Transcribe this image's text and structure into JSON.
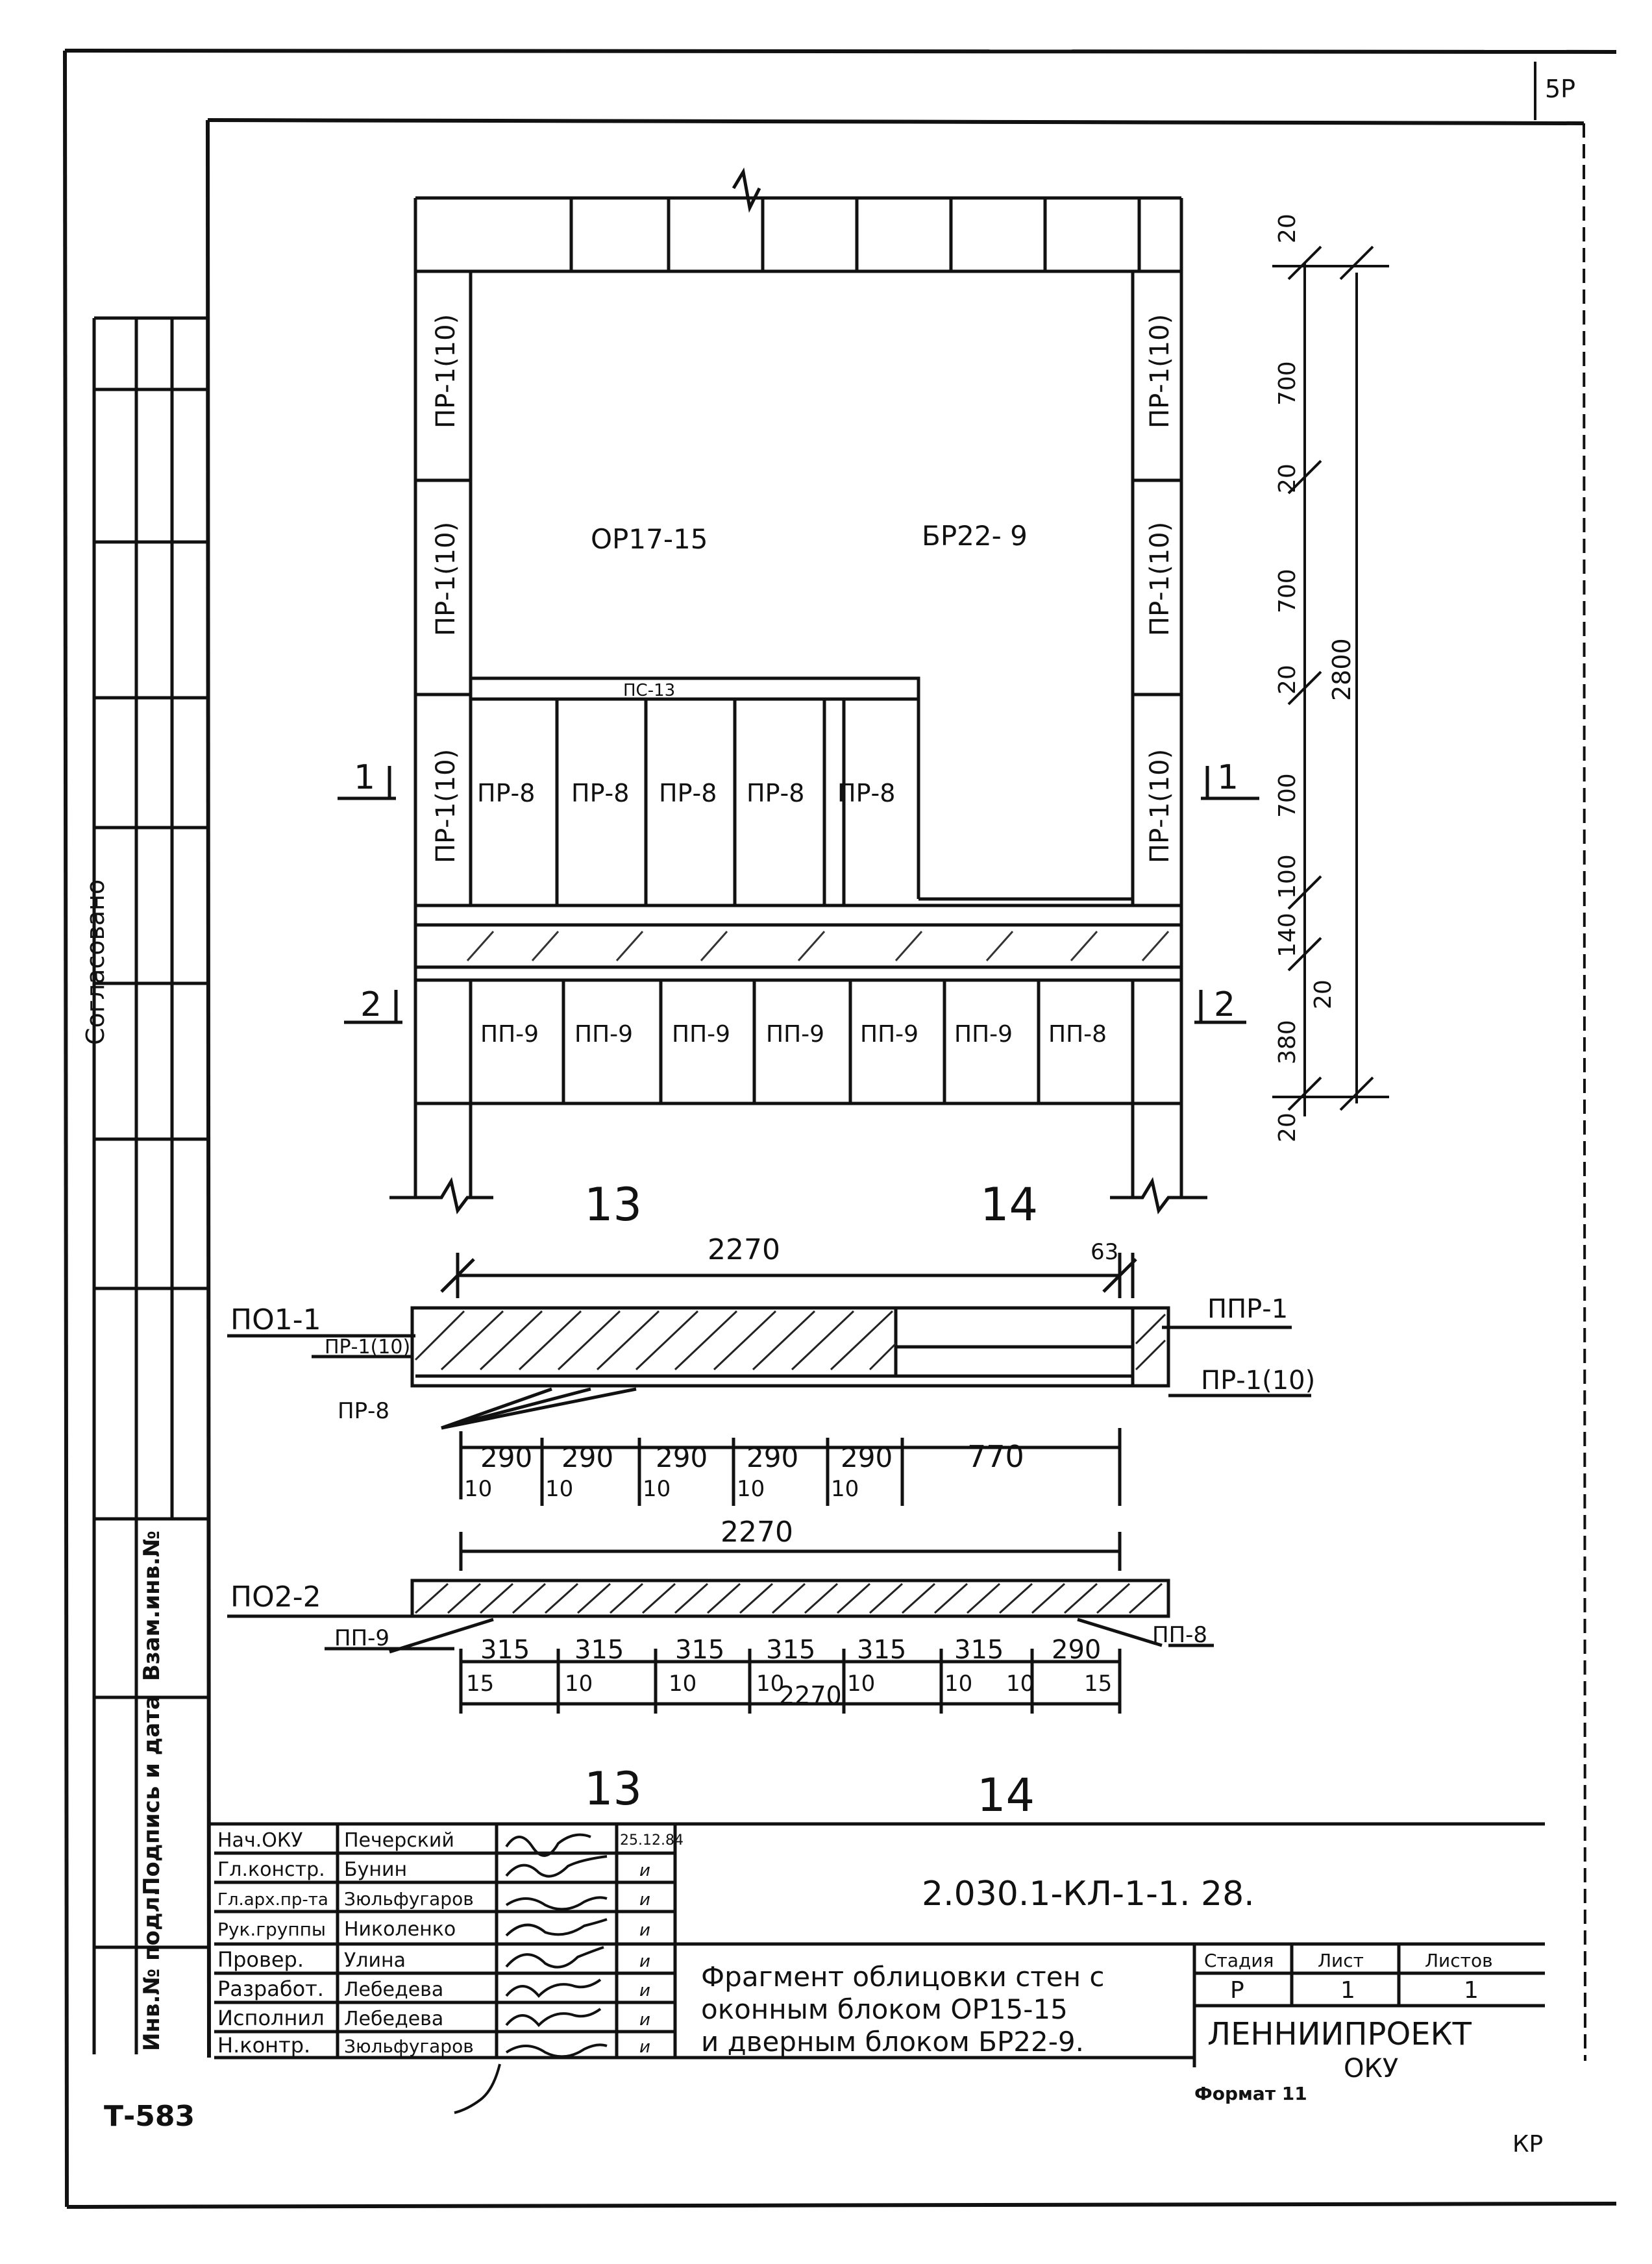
{
  "sheet_number": "5Р",
  "corner_mark": "КР",
  "archive_code": "Т-583",
  "side_panel": {
    "agreed": "Согласовано",
    "inv_replace": "Взам.инв.№",
    "sign_date": "Подпись и дата",
    "inv_orig": "Инв.№ подл."
  },
  "elevation": {
    "window_mark": "ОР17-15",
    "door_mark": "БР22- 9",
    "lintel_mark": "ПС-13",
    "side_panel_mark": "ПР-1(10)",
    "cell_marks_row1": [
      "ПР-8",
      "ПР-8",
      "ПР-8",
      "ПР-8",
      "ПР-8"
    ],
    "cell_marks_row2": [
      "ПП-9",
      "ПП-9",
      "ПП-9",
      "ПП-9",
      "ПП-9",
      "ПП-9",
      "ПП-8"
    ],
    "section_1": "1",
    "section_2": "2",
    "axis_left": "13",
    "axis_right": "14",
    "axis_left_bottom": "13",
    "axis_right_bottom": "14",
    "vertical_dims": [
      "20",
      "700",
      "20",
      "700",
      "20",
      "700",
      "100",
      "140",
      "20",
      "380",
      "20"
    ],
    "total_height": "2800"
  },
  "section_1_1": {
    "title": "ПО1-1",
    "total_top": "2270",
    "small_top": "63",
    "label_ppr": "ППР-1",
    "label_pr1_left": "ПР-1(10)",
    "label_pr1_right": "ПР-1(10)",
    "label_pr8": "ПР-8",
    "widths": [
      "290",
      "290",
      "290",
      "290",
      "290",
      "770"
    ],
    "gaps": [
      "10",
      "10",
      "10",
      "10",
      "10"
    ],
    "total_bottom": "2270"
  },
  "section_2_2": {
    "title": "ПО2-2",
    "label_left": "ПП-9",
    "label_right": "ПП-8",
    "widths": [
      "315",
      "315",
      "315",
      "315",
      "315",
      "315",
      "290"
    ],
    "gaps": [
      "15",
      "10",
      "10",
      "10",
      "10",
      "10",
      "10",
      "15"
    ],
    "total_bottom": "2270"
  },
  "title_block": {
    "document_code": "2.030.1-КЛ-1-1. 28.",
    "rows": [
      {
        "role": "Нач.ОКУ",
        "name": "Печерский",
        "date": "25.12.84"
      },
      {
        "role": "Гл.констр.",
        "name": "Бунин",
        "date": "и"
      },
      {
        "role": "Гл.арх.пр-та",
        "name": "Зюльфугаров",
        "date": "и"
      },
      {
        "role": "Рук.группы",
        "name": "Николенко",
        "date": "и"
      },
      {
        "role": "Провер.",
        "name": "Улина",
        "date": "и"
      },
      {
        "role": "Разработ.",
        "name": "Лебедева",
        "date": "и"
      },
      {
        "role": "Исполнил",
        "name": "Лебедева",
        "date": "и"
      },
      {
        "role": "Н.контр.",
        "name": "Зюльфугаров",
        "date": "и"
      }
    ],
    "title_lines": [
      "Фрагмент облицовки стен с",
      "оконным блоком ОР15-15",
      "и дверным блоком БР22-9."
    ],
    "stage_header": "Стадия",
    "sheet_header": "Лист",
    "sheets_header": "Листов",
    "stage_value": "Р",
    "sheet_value": "1",
    "sheets_value": "1",
    "organization": "ЛЕННИИПРОЕКТ",
    "department": "ОКУ",
    "format": "Формат 11"
  }
}
